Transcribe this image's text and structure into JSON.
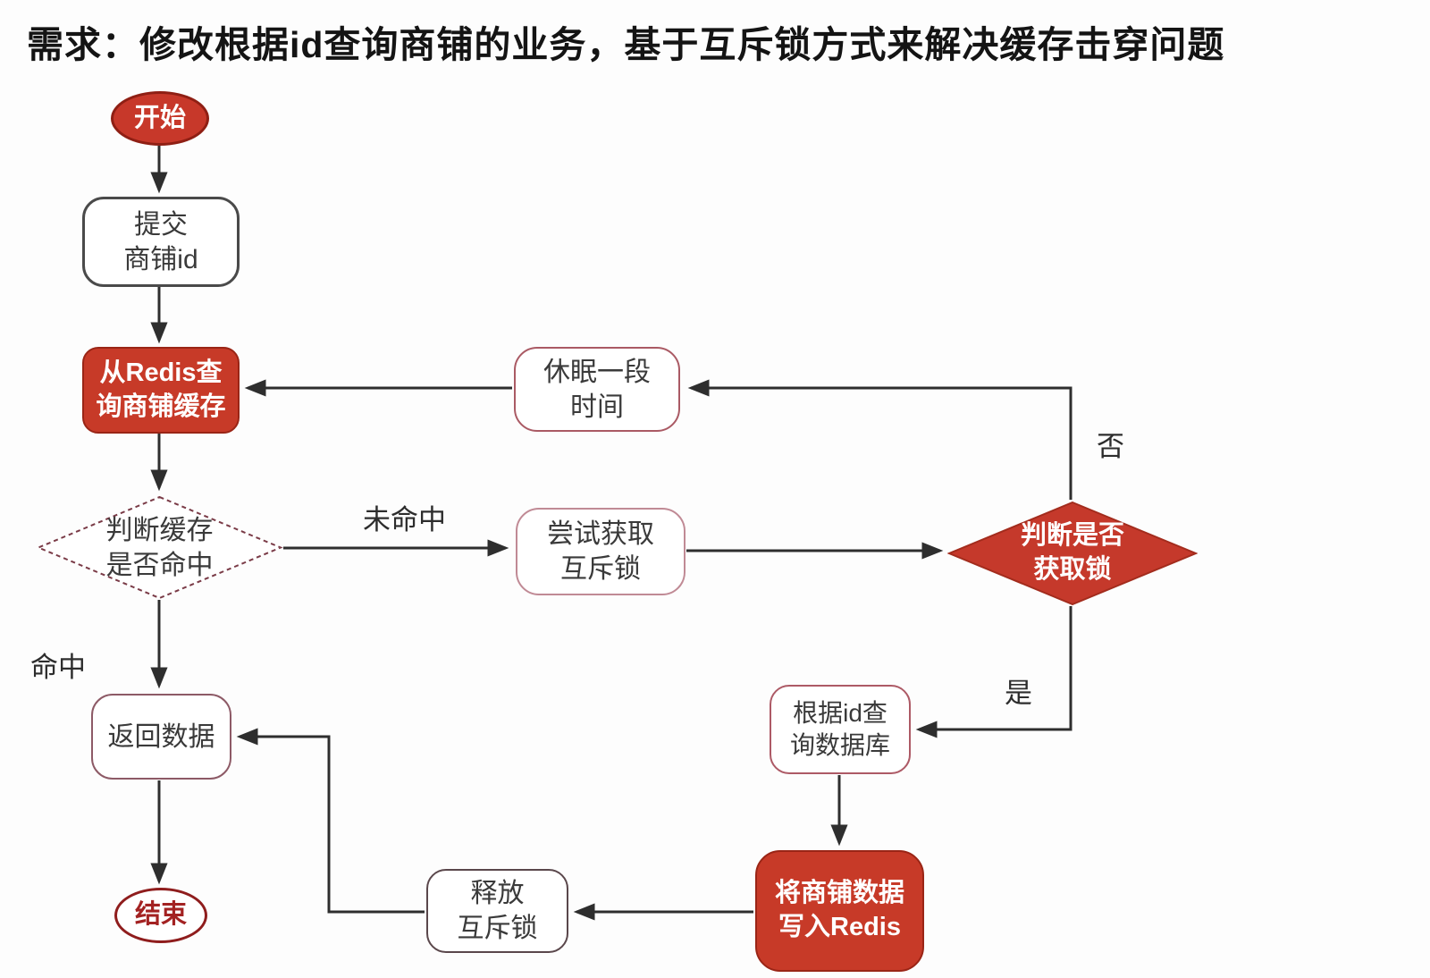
{
  "title": "需求：修改根据id查询商铺的业务，基于互斥锁方式来解决缓存击穿问题",
  "colors": {
    "red_fill": "#c73a28",
    "red_border": "#9a2516",
    "end_red": "#a32222",
    "line": "#2e2e2e",
    "diamond_dash_border": "#7a3b47"
  },
  "nodes": {
    "start": {
      "label": "开始"
    },
    "submit_id": {
      "label": "提交\n商铺id"
    },
    "query_redis": {
      "label": "从Redis查\n询商铺缓存"
    },
    "cache_check": {
      "label": "判断缓存\n是否命中"
    },
    "sleep": {
      "label": "休眠一段\n时间"
    },
    "try_mutex": {
      "label": "尝试获取\n互斥锁"
    },
    "lock_check": {
      "label": "判断是否\n获取锁"
    },
    "query_db": {
      "label": "根据id查\n询数据库"
    },
    "write_redis": {
      "label": "将商铺数据\n写入Redis"
    },
    "release_mutex": {
      "label": "释放\n互斥锁"
    },
    "return_data": {
      "label": "返回数据"
    },
    "end": {
      "label": "结束"
    }
  },
  "edge_labels": {
    "miss": "未命中",
    "hit": "命中",
    "no": "否",
    "yes": "是"
  }
}
